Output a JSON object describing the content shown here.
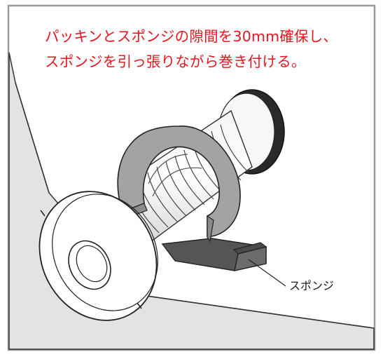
{
  "caption": {
    "line1": "パッキンとスポンジの隙間を30mm確保し、",
    "line2": "スポンジを引っ張りながら巻き付ける。"
  },
  "labels": {
    "sponge": "スポンジ"
  },
  "colors": {
    "caption_text": "#e8141e",
    "frame_border": "#9a9a9a",
    "wall_fill": "#e3e3e3",
    "sponge_fill": "#555555",
    "sponge_ring_fill": "#a3a3a3",
    "flange_fill": "#ffffff",
    "black_band": "#2a2a2a"
  }
}
